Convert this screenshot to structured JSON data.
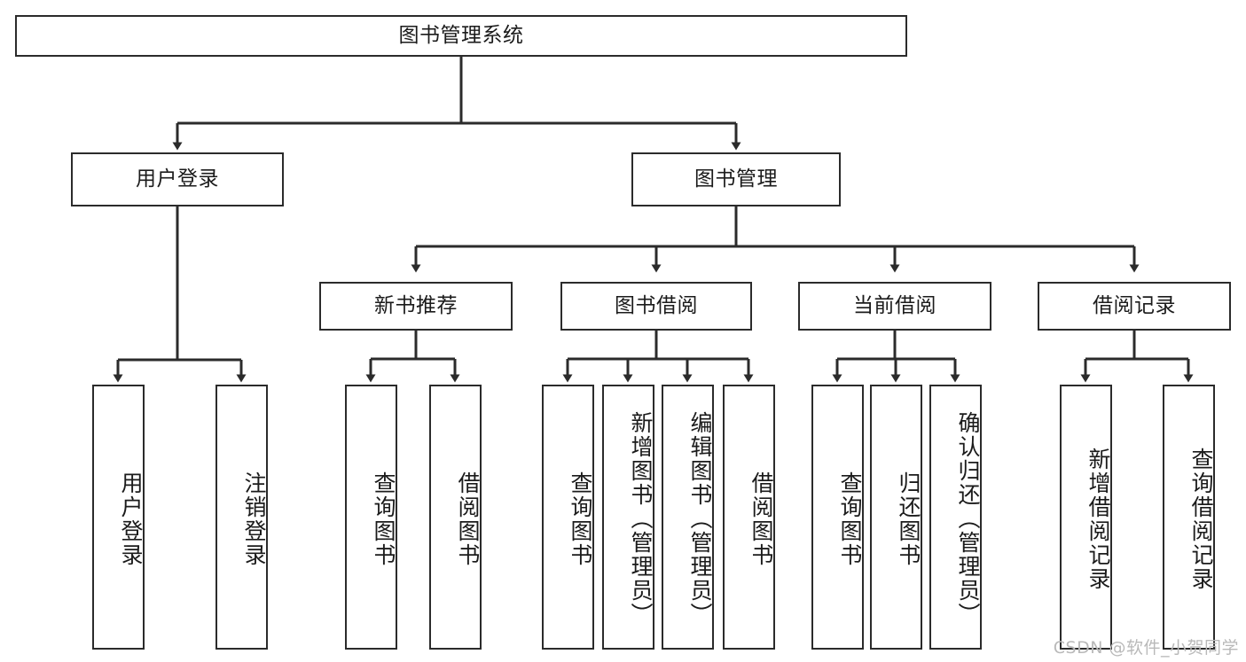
{
  "diagram": {
    "title": "图书管理系统",
    "watermark": "CSDN @软件_小贺同学",
    "stroke_color": "#2b2b2b",
    "background_color": "#ffffff",
    "nodes": {
      "root": "图书管理系统",
      "user_login": "用户登录",
      "book_manage": "图书管理",
      "new_book_rec": "新书推荐",
      "book_borrow": "图书借阅",
      "current_borrow": "当前借阅",
      "borrow_record": "借阅记录",
      "leaf_user_login": "用户登录",
      "leaf_user_logout": "注销登录",
      "leaf_rec_query": "查询图书",
      "leaf_rec_borrow": "借阅图书",
      "leaf_borrow_query": "查询图书",
      "leaf_borrow_add": "新增图书（管理员）",
      "leaf_borrow_edit": "编辑图书（管理员）",
      "leaf_borrow_lend": "借阅图书",
      "leaf_cur_query": "查询图书",
      "leaf_cur_return": "归还图书",
      "leaf_cur_confirm": "确认归还（管理员）",
      "leaf_rec_add": "新增借阅记录",
      "leaf_rec_search": "查询借阅记录"
    },
    "hierarchy": [
      {
        "label": "图书管理系统",
        "children": [
          {
            "label": "用户登录",
            "children": [
              {
                "label": "用户登录"
              },
              {
                "label": "注销登录"
              }
            ]
          },
          {
            "label": "图书管理",
            "children": [
              {
                "label": "新书推荐",
                "children": [
                  {
                    "label": "查询图书"
                  },
                  {
                    "label": "借阅图书"
                  }
                ]
              },
              {
                "label": "图书借阅",
                "children": [
                  {
                    "label": "查询图书"
                  },
                  {
                    "label": "新增图书（管理员）"
                  },
                  {
                    "label": "编辑图书（管理员）"
                  },
                  {
                    "label": "借阅图书"
                  }
                ]
              },
              {
                "label": "当前借阅",
                "children": [
                  {
                    "label": "查询图书"
                  },
                  {
                    "label": "归还图书"
                  },
                  {
                    "label": "确认归还（管理员）"
                  }
                ]
              },
              {
                "label": "借阅记录",
                "children": [
                  {
                    "label": "新增借阅记录"
                  },
                  {
                    "label": "查询借阅记录"
                  }
                ]
              }
            ]
          }
        ]
      }
    ]
  }
}
